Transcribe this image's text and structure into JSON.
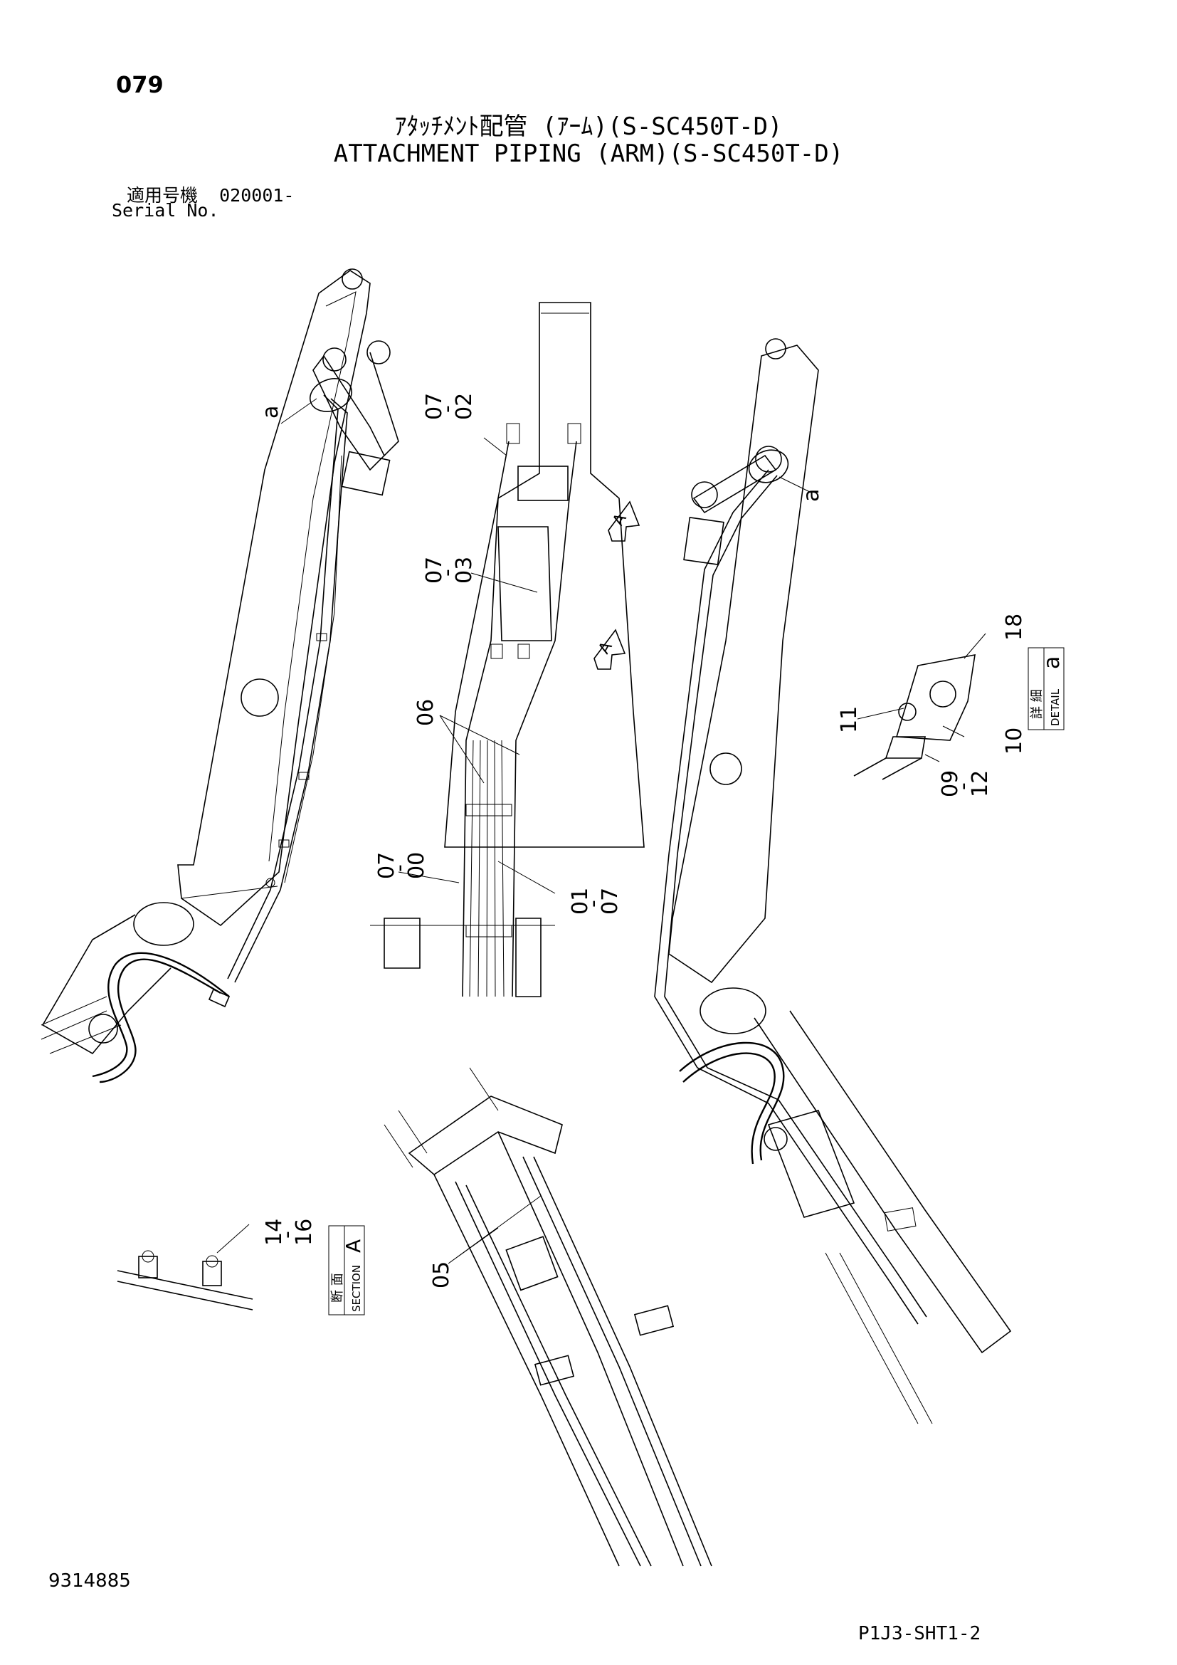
{
  "header": {
    "page_number": "079",
    "title_jp": "ｱﾀｯﾁﾒﾝﾄ配管 (ｱｰﾑ)(S-SC450T-D)",
    "title_en": "ATTACHMENT PIPING (ARM)(S-SC450T-D)",
    "serial_label_jp": "適用号機",
    "serial_value": "020001-",
    "serial_label_en": "Serial No."
  },
  "callouts": {
    "c07_02": [
      "07",
      "-",
      "02"
    ],
    "c07_03": [
      "07",
      "-",
      "03"
    ],
    "c06": "06",
    "c07_00": [
      "07",
      "-",
      "00"
    ],
    "c01_07": [
      "01",
      "-",
      "07"
    ],
    "c05": "05",
    "c14_16": [
      "14",
      "-",
      "16"
    ],
    "c18": "18",
    "c11": "11",
    "c10": "10",
    "c09_12": [
      "09",
      "-",
      "12"
    ],
    "a_left": "a",
    "a_right": "a",
    "view_a1": "A",
    "view_a2": "A"
  },
  "detail_box": {
    "jp": "詳 細",
    "en": "DETAIL",
    "letter": "a"
  },
  "section_box": {
    "jp": "断 面",
    "en": "SECTION",
    "letter": "A"
  },
  "footer": {
    "doc_number": "9314885",
    "sheet_id": "P1J3-SHT1-2"
  }
}
